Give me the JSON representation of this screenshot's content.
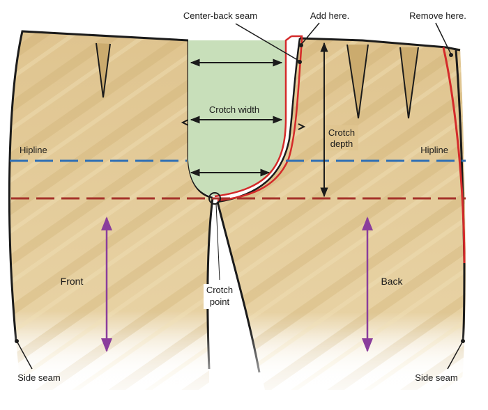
{
  "labels": {
    "center_back_seam": "Center-back seam",
    "add_here": "Add here.",
    "remove_here": "Remove here.",
    "crotch_width": "Crotch width",
    "crotch_depth_line1": "Crotch",
    "crotch_depth_line2": "depth",
    "hipline_left": "Hipline",
    "hipline_right": "Hipline",
    "front": "Front",
    "back": "Back",
    "crotch_point_line1": "Crotch",
    "crotch_point_line2": "point",
    "side_seam_left": "Side seam",
    "side_seam_right": "Side seam"
  },
  "colors": {
    "fabric": "#dfc48f",
    "fabric_shade": "#c9a86a",
    "crotch_fill": "#c8dfba",
    "hipline": "#2e6fb5",
    "crotch_line": "#a5322a",
    "alteration": "#d42a2a",
    "arrow_purple": "#8a3d9c",
    "outline": "#1b1b1b"
  }
}
